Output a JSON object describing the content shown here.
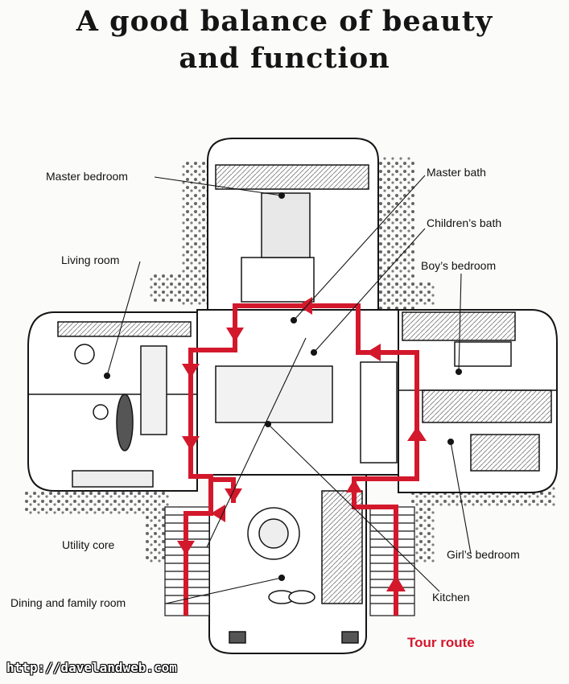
{
  "title": {
    "line1": "A good balance of beauty",
    "line2": "and function"
  },
  "labels": {
    "master_bedroom": "Master bedroom",
    "master_bath": "Master bath",
    "childrens_bath": "Children’s bath",
    "living_room": "Living room",
    "boys_bedroom": "Boy’s bedroom",
    "utility_core": "Utility core",
    "girls_bedroom": "Girl’s bedroom",
    "dining_family_room": "Dining and family room",
    "kitchen": "Kitchen",
    "tour_route": "Tour route"
  },
  "watermark": "http://davelandweb.com",
  "colors": {
    "route": "#d3182c",
    "ink": "#151515",
    "background": "#fbfbfa"
  }
}
